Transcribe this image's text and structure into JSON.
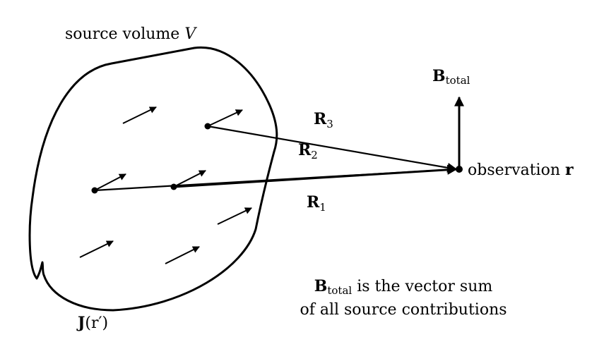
{
  "labels": {
    "source_volume_prefix": "source volume ",
    "source_volume_symbol": "V",
    "b_total_main": "B",
    "b_total_sub": "total",
    "observation_prefix": "observation ",
    "observation_symbol": "r",
    "r3_main": "R",
    "r3_sub": "3",
    "r2_main": "R",
    "r2_sub": "2",
    "r1_main": "R",
    "r1_sub": "1",
    "j_main": "J",
    "j_arg": "(r′)",
    "note_main": "B",
    "note_sub": "total",
    "note_line1_rest": " is the vector sum",
    "note_line2": "of all source contributions"
  }
}
